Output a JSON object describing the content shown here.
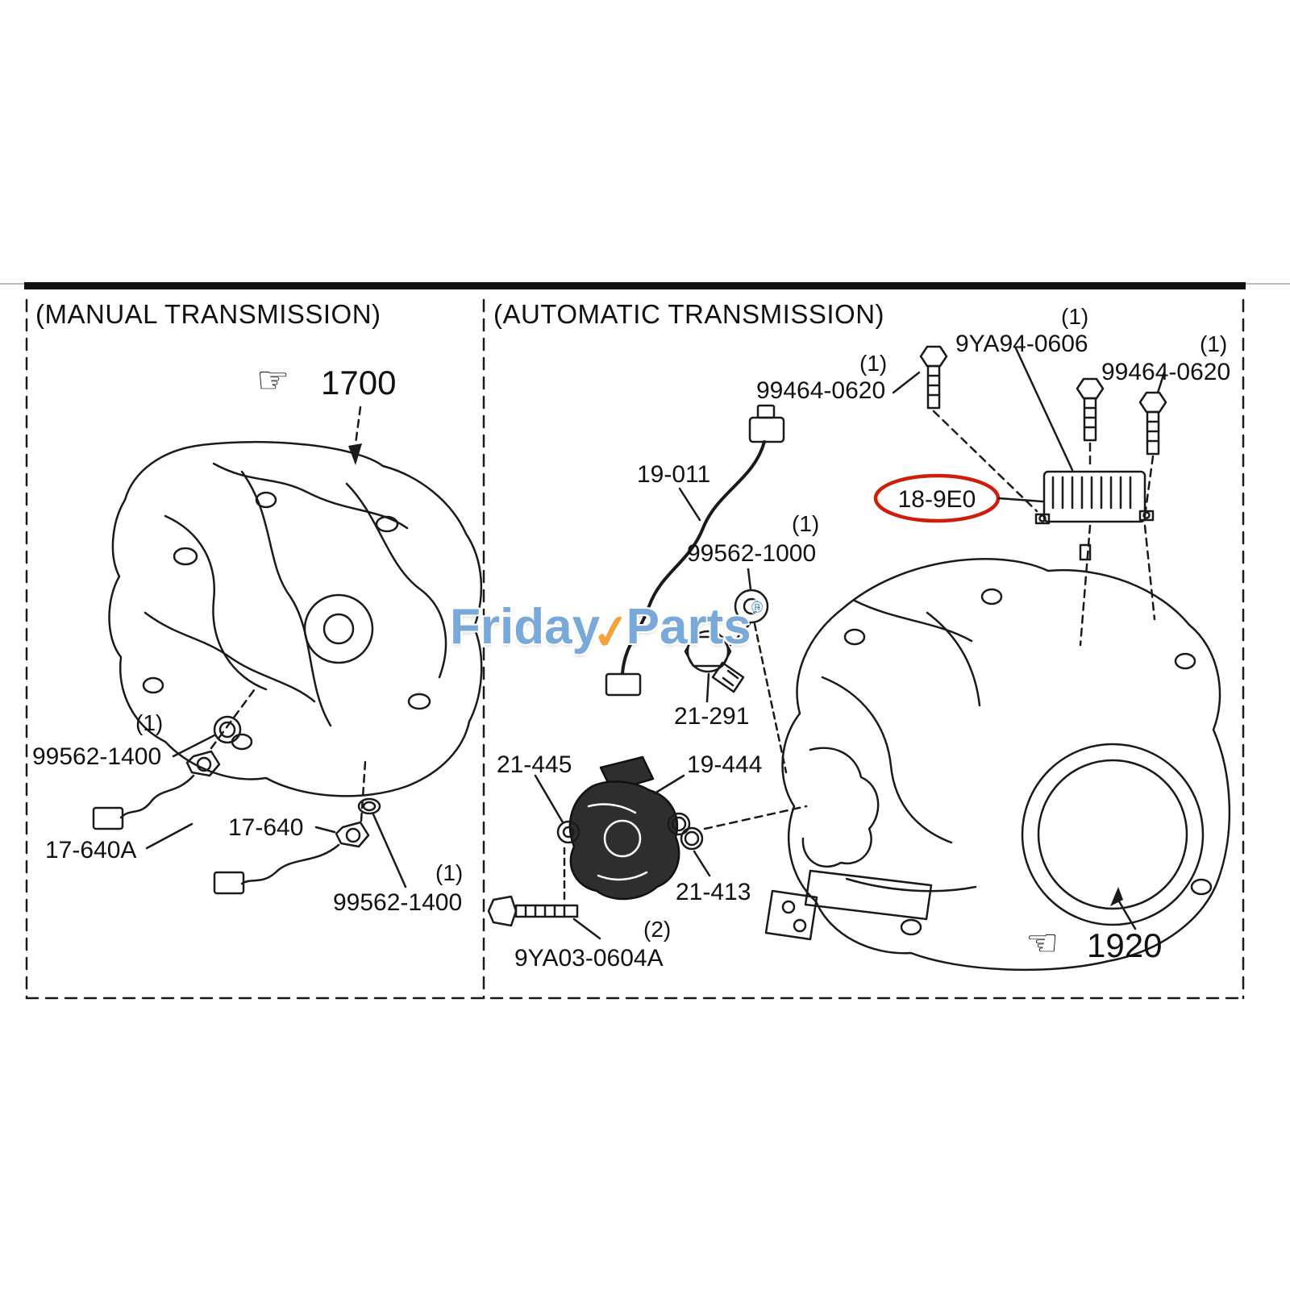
{
  "page": {
    "manual_section_title": "(MANUAL TRANSMISSION)",
    "automatic_section_title": "(AUTOMATIC TRANSMISSION)",
    "watermark": {
      "word1": "Friday",
      "swoosh": "✓",
      "word2": "Parts",
      "registered": "®"
    },
    "icons": {
      "pointer_right": "☞",
      "pointer_left": "☜"
    },
    "colors": {
      "highlight_red": "#cf1d0a",
      "watermark_blue": "#79a9d8",
      "watermark_orange": "#f2a33c"
    },
    "labels": {
      "group_manual": "1700",
      "oring_manual_qty": "(1)",
      "oring_manual": "99562-1400",
      "sensor_a": "17-640A",
      "sensor_b": "17-640",
      "oring_manual2_qty": "(1)",
      "oring_manual2": "99562-1400",
      "harness": "19-011",
      "washer_qty": "(1)",
      "washer": "99562-1000",
      "switch": "21-291",
      "washer2": "21-445",
      "range_sensor": "19-444",
      "orings": "21-413",
      "bolt_small_qty": "(2)",
      "bolt_small": "9YA03-0604A",
      "bolt_a_qty": "(1)",
      "bolt_a": "99464-0620",
      "bracket_qty": "(1)",
      "bracket": "9YA94-0606",
      "bolt_b_qty": "(1)",
      "bolt_b": "99464-0620",
      "tcm": "18-9E0",
      "group_automatic": "1920"
    }
  }
}
